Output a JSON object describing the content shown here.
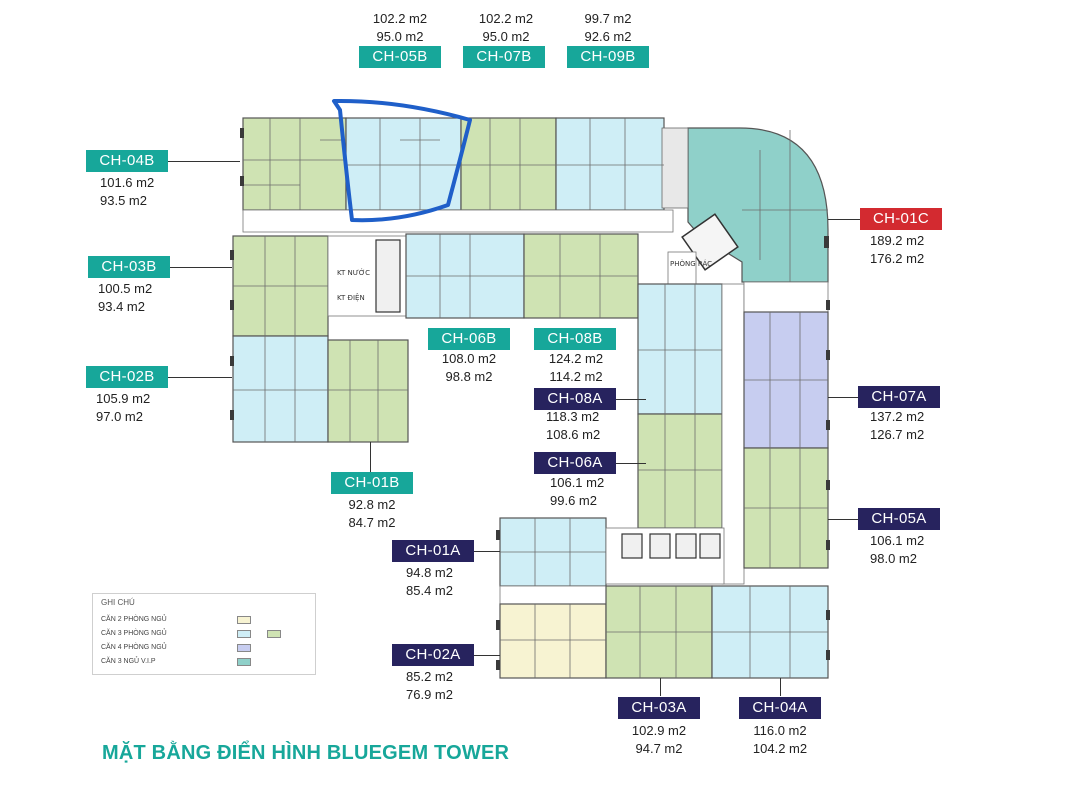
{
  "title": "MẶT BẰNG ĐIỂN HÌNH BLUEGEM TOWER",
  "colors": {
    "teal_label": "#17a79a",
    "navy_label": "#27235e",
    "red_label": "#d32a30",
    "two_bed": "#f7f3d2",
    "three_bed_blue": "#cfeef6",
    "three_bed_green": "#cfe3b3",
    "four_bed": "#c7cdf0",
    "vip": "#8fd0c9",
    "highlight_stroke": "#1f5fc9"
  },
  "units": [
    {
      "code": "CH-05B",
      "area1": "102.2 m2",
      "area2": "95.0 m2"
    },
    {
      "code": "CH-07B",
      "area1": "102.2 m2",
      "area2": "95.0 m2"
    },
    {
      "code": "CH-09B",
      "area1": "99.7 m2",
      "area2": "92.6 m2"
    },
    {
      "code": "CH-04B",
      "area1": "101.6 m2",
      "area2": "93.5 m2"
    },
    {
      "code": "CH-03B",
      "area1": "100.5 m2",
      "area2": "93.4 m2"
    },
    {
      "code": "CH-02B",
      "area1": "105.9 m2",
      "area2": "97.0 m2"
    },
    {
      "code": "CH-01B",
      "area1": "92.8 m2",
      "area2": "84.7 m2"
    },
    {
      "code": "CH-06B",
      "area1": "108.0 m2",
      "area2": "98.8 m2"
    },
    {
      "code": "CH-08B",
      "area1": "124.2 m2",
      "area2": "114.2 m2"
    },
    {
      "code": "CH-08A",
      "area1": "118.3 m2",
      "area2": "108.6 m2"
    },
    {
      "code": "CH-06A",
      "area1": "106.1 m2",
      "area2": "99.6 m2"
    },
    {
      "code": "CH-01C",
      "area1": "189.2 m2",
      "area2": "176.2 m2"
    },
    {
      "code": "CH-07A",
      "area1": "137.2 m2",
      "area2": "126.7 m2"
    },
    {
      "code": "CH-05A",
      "area1": "106.1 m2",
      "area2": "98.0 m2"
    },
    {
      "code": "CH-01A",
      "area1": "94.8 m2",
      "area2": "85.4 m2"
    },
    {
      "code": "CH-02A",
      "area1": "85.2 m2",
      "area2": "76.9 m2"
    },
    {
      "code": "CH-03A",
      "area1": "102.9 m2",
      "area2": "94.7 m2"
    },
    {
      "code": "CH-04A",
      "area1": "116.0 m2",
      "area2": "104.2 m2"
    }
  ],
  "plan_labels": {
    "kt_nuoc": "KT NƯỚC",
    "kt_dien": "KT ĐIỆN",
    "phong_rac": "PHÒNG RÁC"
  },
  "legend": {
    "title": "GHI CHÚ",
    "rows": [
      "CĂN 2 PHÒNG NGỦ",
      "CĂN 3 PHÒNG NGỦ",
      "CĂN 4 PHÒNG NGỦ",
      "CĂN 3 NGỦ V.I.P"
    ]
  }
}
